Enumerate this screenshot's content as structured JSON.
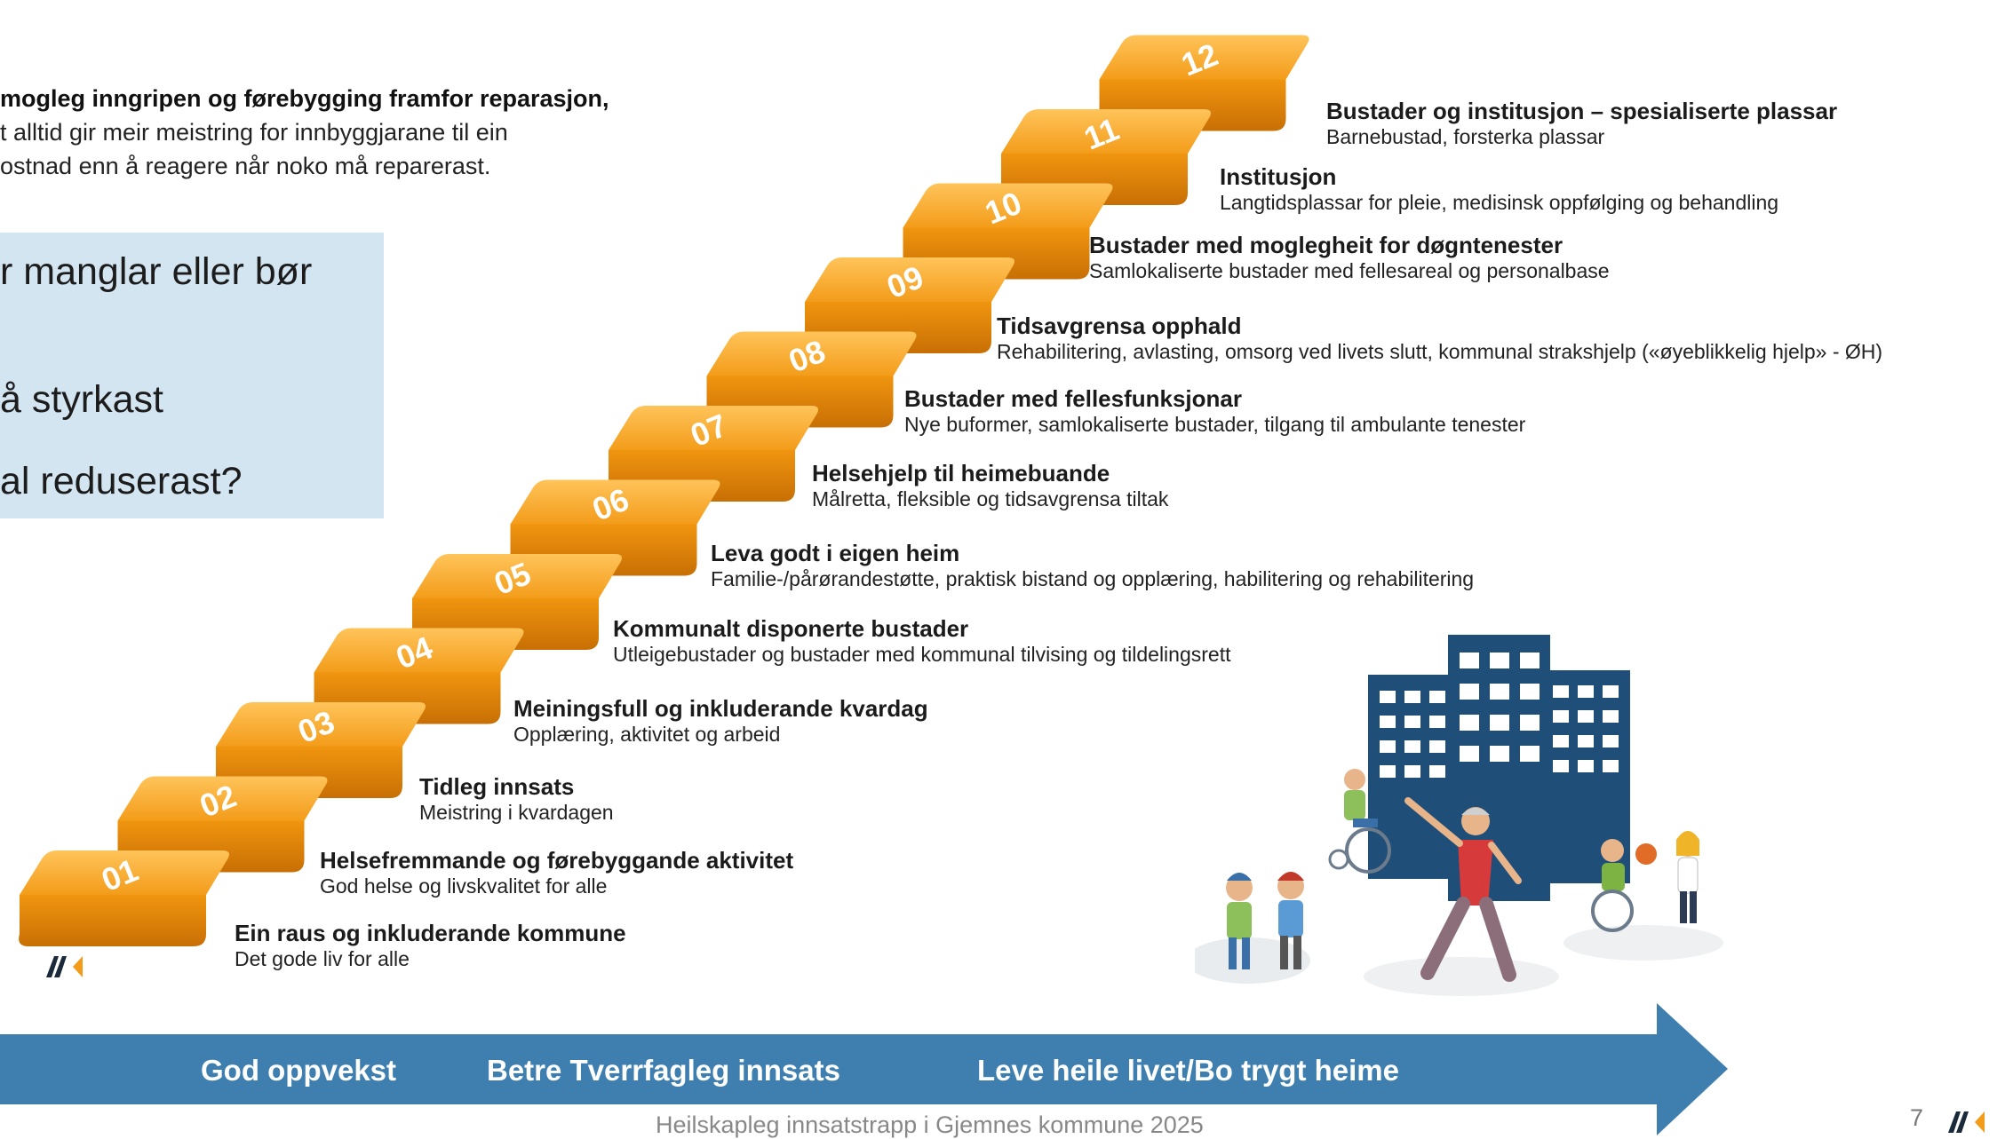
{
  "intro": {
    "line1": "mogleg inngripen og førebygging framfor reparasjon,",
    "line2": "t alltid gir meir meistring for innbyggjarane til ein",
    "line3": "ostnad enn å reagere når noko må reparerast."
  },
  "questions": [
    "r manglar eller bør",
    "å styrkast",
    "al reduserast?"
  ],
  "steps": [
    {
      "num": "01",
      "title": "Ein raus og inkluderande kommune",
      "sub": "Det gode liv for alle"
    },
    {
      "num": "02",
      "title": "Helsefremmande og førebyggande aktivitet",
      "sub": "God helse og livskvalitet for alle"
    },
    {
      "num": "03",
      "title": "Tidleg innsats",
      "sub": "Meistring i kvardagen"
    },
    {
      "num": "04",
      "title": "Meiningsfull og inkluderande kvardag",
      "sub": "Opplæring, aktivitet og arbeid"
    },
    {
      "num": "05",
      "title": "Kommunalt disponerte bustader",
      "sub": "Utleigebustader og bustader med kommunal tilvising og tildelingsrett"
    },
    {
      "num": "06",
      "title": "Leva godt i eigen heim",
      "sub": "Familie-/pårørandestøtte, praktisk bistand og opplæring, habilitering og rehabilitering"
    },
    {
      "num": "07",
      "title": "Helsehjelp til heimebuande",
      "sub": "Målretta, fleksible og tidsavgrensa tiltak"
    },
    {
      "num": "08",
      "title": "Bustader med fellesfunksjonar",
      "sub": "Nye buformer, samlokaliserte bustader, tilgang til ambulante tenester"
    },
    {
      "num": "09",
      "title": "Tidsavgrensa opphald",
      "sub": "Rehabilitering, avlasting, omsorg ved livets slutt, kommunal strakshjelp («øyeblikkelig hjelp» - ØH)"
    },
    {
      "num": "10",
      "title": "Bustader med moglegheit for døgntenester",
      "sub": "Samlokaliserte bustader med fellesareal og personalbase"
    },
    {
      "num": "11",
      "title": "Institusjon",
      "sub": "Langtidsplassar for pleie, medisinsk oppfølging og behandling"
    },
    {
      "num": "12",
      "title": "Bustader og institusjon – spesialiserte plassar",
      "sub": "Barnebustad, forsterka plassar"
    }
  ],
  "arrow": {
    "labels": [
      "God oppvekst",
      "Betre Tverrfagleg innsats",
      "Leve heile livet/Bo trygt heime"
    ],
    "color": "#3e7fb0"
  },
  "footer": "Heilskapleg innsatstrapp i Gjemnes kommune 2025",
  "page_number": "7",
  "colors": {
    "step_top": "#f6a623",
    "step_front": "#e0860a",
    "box_bg": "#d3e5f1",
    "building": "#1f4e79"
  }
}
